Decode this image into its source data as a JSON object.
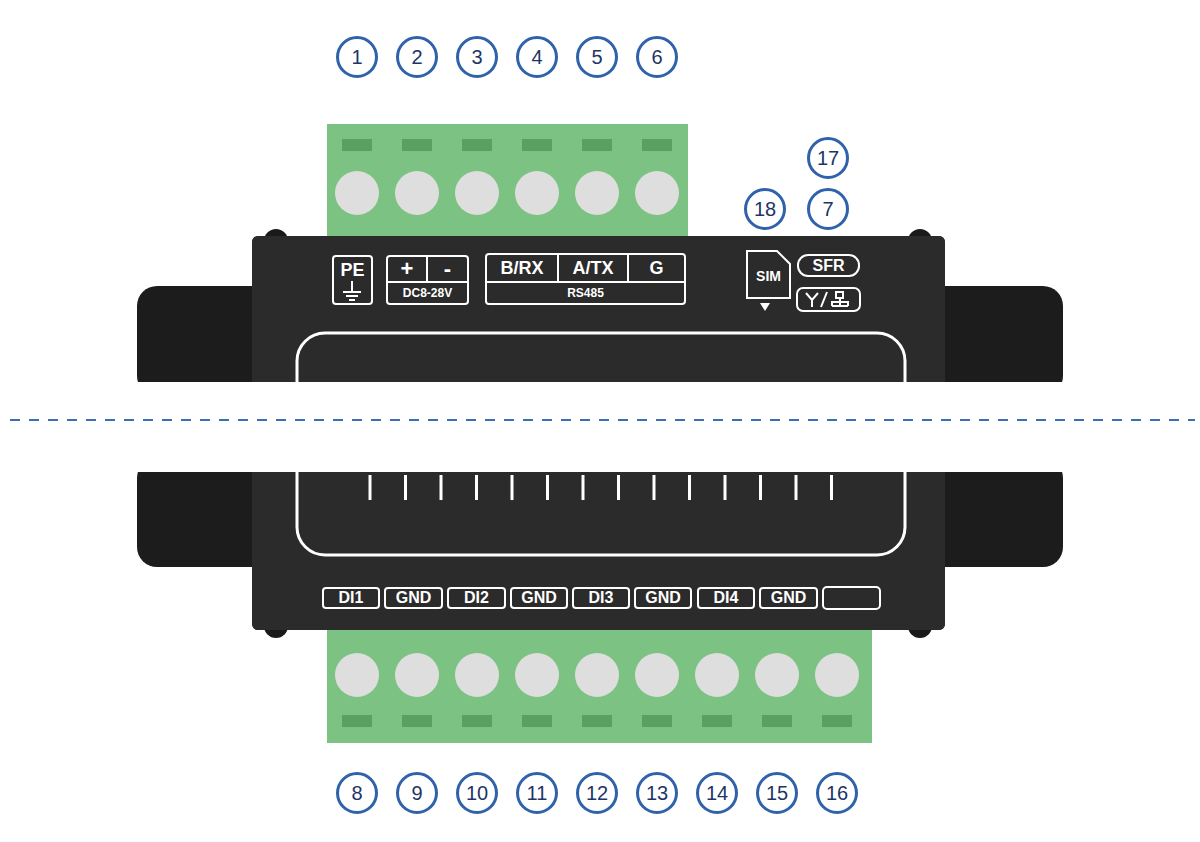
{
  "diagram": {
    "nodes": [
      {
        "text": [
          "1"
        ]
      },
      {
        "text": [
          "2"
        ]
      },
      {
        "text": [
          "3"
        ]
      },
      {
        "text": [
          "4"
        ]
      },
      {
        "text": [
          "5"
        ]
      },
      {
        "text": [
          "6"
        ]
      },
      {
        "text": [
          "17"
        ]
      },
      {
        "text": [
          "18"
        ]
      },
      {
        "text": [
          "7"
        ]
      },
      {
        "text": [
          "PE"
        ]
      },
      {
        "text": [
          "+",
          "-",
          "DC8-28V"
        ]
      },
      {
        "text": [
          "B/RX",
          "A/TX",
          "G",
          "RS485"
        ]
      },
      {
        "text": [
          "SIM"
        ]
      },
      {
        "text": [
          "SFR"
        ]
      },
      {
        "text": [
          "DI1"
        ]
      },
      {
        "text": [
          "GND"
        ]
      },
      {
        "text": [
          "DI2"
        ]
      },
      {
        "text": [
          "GND"
        ]
      },
      {
        "text": [
          "DI3"
        ]
      },
      {
        "text": [
          "GND"
        ]
      },
      {
        "text": [
          "DI4"
        ]
      },
      {
        "text": [
          "GND"
        ]
      },
      {
        "text": [
          "8"
        ]
      },
      {
        "text": [
          "9"
        ]
      },
      {
        "text": [
          "10"
        ]
      },
      {
        "text": [
          "11"
        ]
      },
      {
        "text": [
          "12"
        ]
      },
      {
        "text": [
          "13"
        ]
      },
      {
        "text": [
          "14"
        ]
      },
      {
        "text": [
          "15"
        ]
      },
      {
        "text": [
          "16"
        ]
      }
    ]
  }
}
